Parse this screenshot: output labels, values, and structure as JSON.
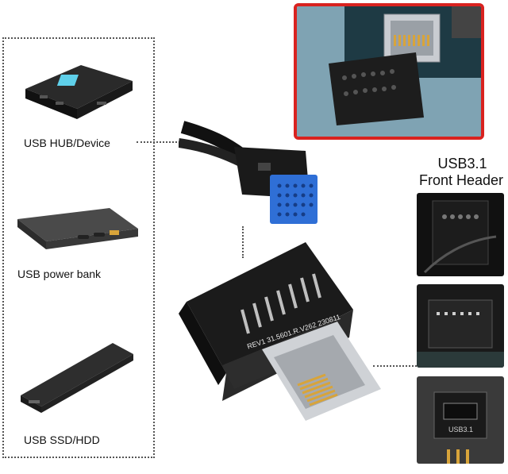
{
  "left_panel": {
    "items": [
      {
        "label": "USB HUB/Device"
      },
      {
        "label": "USB power bank"
      },
      {
        "label": "USB SSD/HDD"
      }
    ]
  },
  "right_panel": {
    "header_line1": "USB3.1",
    "header_line2": "Front Header"
  },
  "adapter": {
    "pcb_text": "REV1 31.5601.R.V262 230811"
  },
  "photo_texts": {
    "connector_label": "USB3.1"
  },
  "colors": {
    "frame_red": "#d9221f",
    "connector_blue": "#2f6fd6",
    "adapter_black": "#1b1b1b",
    "gold": "#d8a43a"
  },
  "icons": [
    "usb-hub-device",
    "power-bank-device",
    "ssd-enclosure-device",
    "usb-header-cable",
    "usb-c-adapter"
  ]
}
